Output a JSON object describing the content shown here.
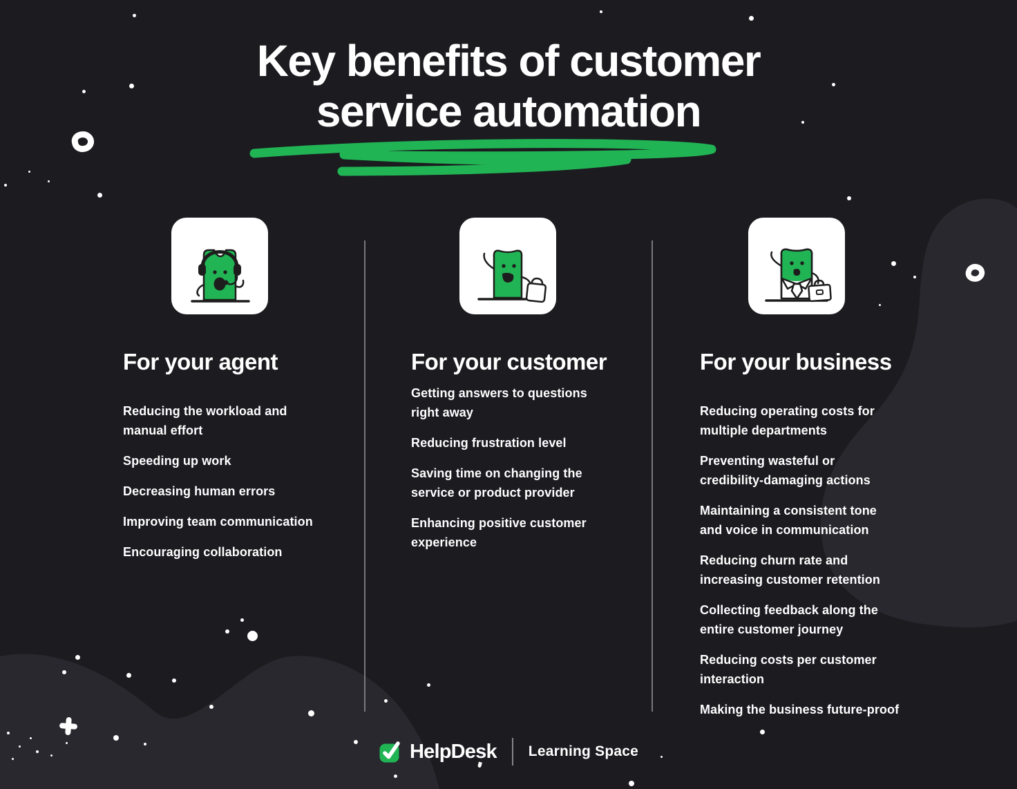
{
  "title": {
    "text": "Key benefits of customer service automation",
    "lines": [
      "Key benefits of customer",
      "service automation"
    ],
    "underline_icon": "green-marker-scribble"
  },
  "columns": [
    {
      "id": "agent",
      "heading": "For your agent",
      "icon": "agent-ticket-headset-icon",
      "items": [
        "Reducing the workload and\nmanual effort",
        "Speeding up work",
        "Decreasing human errors",
        "Improving team communication",
        "Encouraging collaboration"
      ]
    },
    {
      "id": "customer",
      "heading": "For your customer",
      "icon": "customer-ticket-shopping-bag-icon",
      "items": [
        "Getting answers to questions\nright away",
        "Reducing frustration level",
        "Saving time on changing the\nservice or product provider",
        "Enhancing positive customer\nexperience"
      ]
    },
    {
      "id": "business",
      "heading": "For your business",
      "icon": "business-ticket-briefcase-icon",
      "items": [
        "Reducing operating costs for\nmultiple departments",
        "Preventing wasteful or\ncredibility-damaging actions",
        "Maintaining a consistent tone\nand voice in communication",
        "Reducing churn rate and\nincreasing customer retention",
        "Collecting feedback along the\nentire customer journey",
        "Reducing costs per customer\ninteraction",
        "Making the business future-proof"
      ]
    }
  ],
  "footer": {
    "brand": "HelpDesk",
    "tagline": "Learning Space",
    "logo_icon": "green-checkmark-badge-icon"
  },
  "colors": {
    "background": "#1b1b20",
    "surface_blob": "#28282e",
    "accent_green": "#21b454",
    "text": "#ffffff",
    "divider": "#8f9094",
    "card": "#ffffff"
  }
}
